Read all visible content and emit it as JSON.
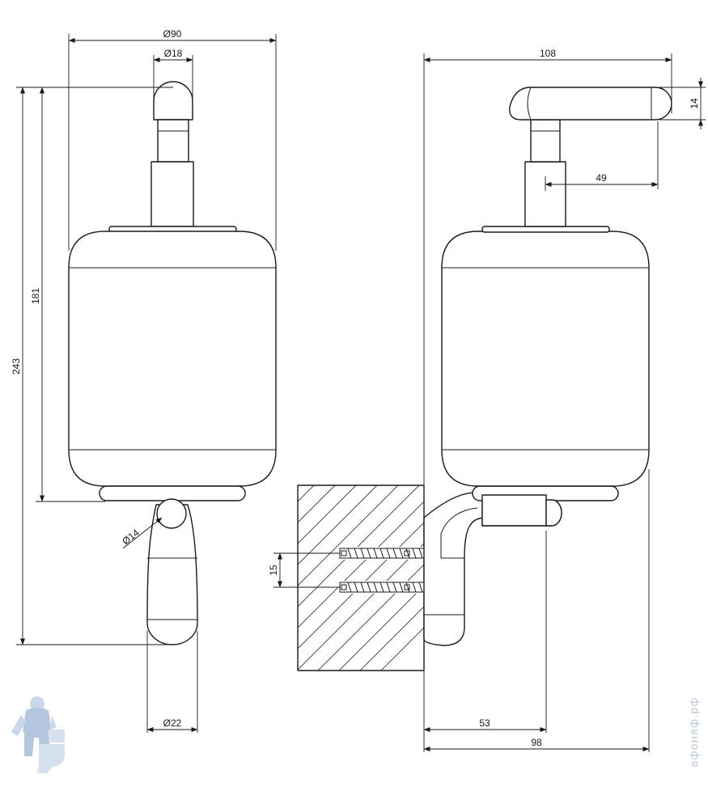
{
  "dimensions": {
    "front_diameter_body": "Ø90",
    "front_diameter_knob": "Ø18",
    "front_height_total": "243",
    "front_height_body": "181",
    "front_diameter_arm": "Ø14",
    "front_diameter_base": "Ø22",
    "side_width_total": "108",
    "side_lever_thickness": "14",
    "side_lever_reach": "49",
    "side_anchor_spacing": "15",
    "side_base_offset": "53",
    "side_projection": "98"
  },
  "watermark": {
    "text": "афоняф.рф"
  },
  "colors": {
    "line": "#1a1a1a",
    "watermark": "#b9c8dc"
  }
}
